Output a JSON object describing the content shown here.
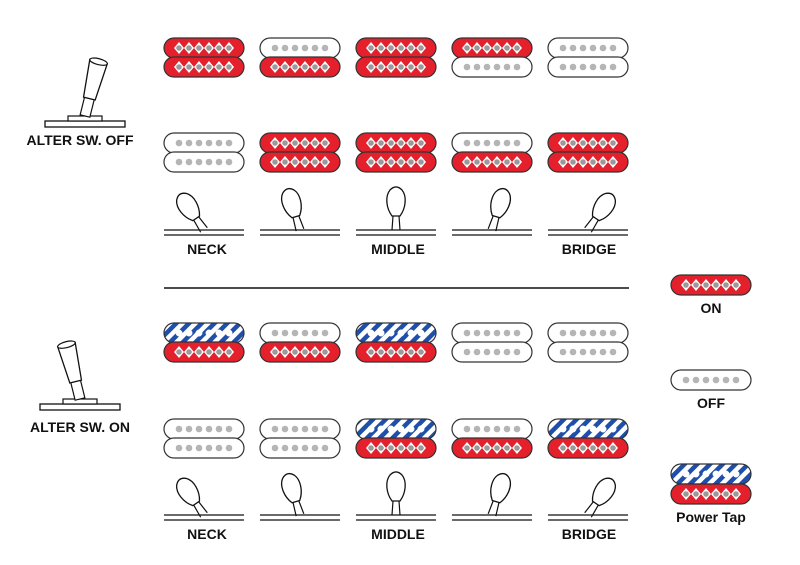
{
  "colors": {
    "on": "#e3202c",
    "tap": "#1f4fa8",
    "outline": "#333333",
    "off_pole": "#b5b5b5"
  },
  "alter_off": {
    "label": "ALTER SW. OFF",
    "positions": [
      {
        "top": "on",
        "bottom": "on"
      },
      {
        "top": "off",
        "bottom": "on"
      },
      {
        "top": "on",
        "bottom": "on"
      },
      {
        "top": "on",
        "bottom": "off"
      },
      {
        "top": "off",
        "bottom": "off"
      }
    ],
    "positions_row2": [
      {
        "top": "off",
        "bottom": "off"
      },
      {
        "top": "on",
        "bottom": "on"
      },
      {
        "top": "on",
        "bottom": "on"
      },
      {
        "top": "off",
        "bottom": "on"
      },
      {
        "top": "on",
        "bottom": "on"
      }
    ]
  },
  "alter_on": {
    "label": "ALTER SW. ON",
    "positions": [
      {
        "top": "tap",
        "bottom": "on"
      },
      {
        "top": "off",
        "bottom": "on"
      },
      {
        "top": "tap",
        "bottom": "on"
      },
      {
        "top": "off",
        "bottom": "off"
      },
      {
        "top": "off",
        "bottom": "off"
      }
    ],
    "positions_row2": [
      {
        "top": "off",
        "bottom": "off"
      },
      {
        "top": "off",
        "bottom": "off"
      },
      {
        "top": "tap",
        "bottom": "on"
      },
      {
        "top": "off",
        "bottom": "on"
      },
      {
        "top": "tap",
        "bottom": "on"
      }
    ]
  },
  "selector_labels": {
    "neck": "NECK",
    "middle": "MIDDLE",
    "bridge": "BRIDGE"
  },
  "selector_positions": [
    "neck",
    "neck-middle",
    "middle",
    "middle-bridge",
    "bridge"
  ],
  "legend": {
    "on": "ON",
    "off": "OFF",
    "tap": "Power Tap"
  }
}
